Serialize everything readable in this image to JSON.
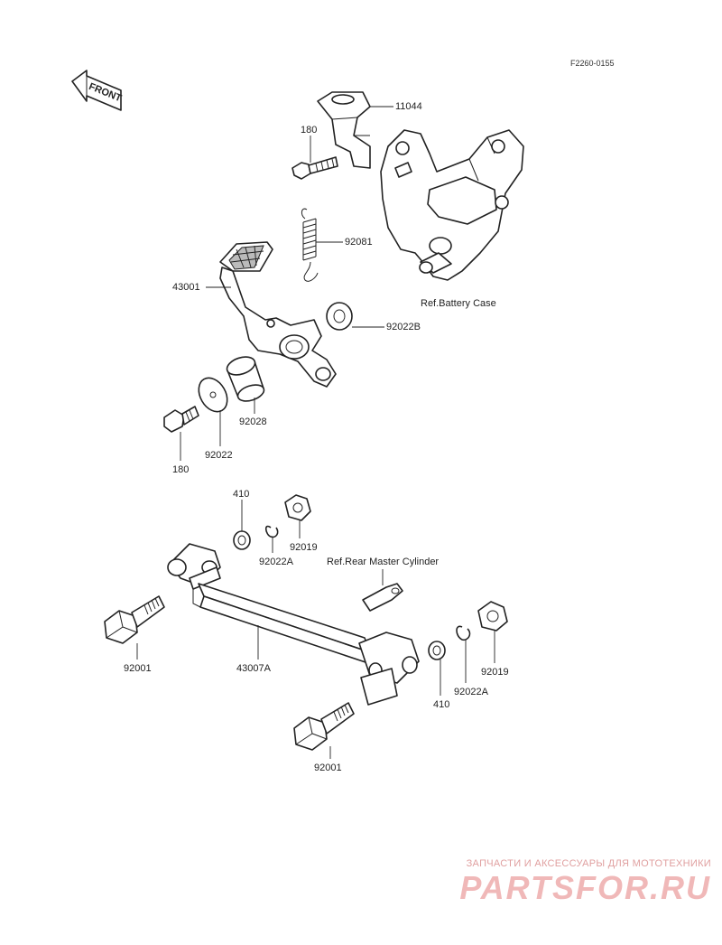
{
  "figure_code": "F2260-0155",
  "front_label": "FRONT",
  "parts": {
    "p11044": "11044",
    "p180_top": "180",
    "p92081": "92081",
    "p43001": "43001",
    "p92022B": "92022B",
    "p92028": "92028",
    "p92022": "92022",
    "p180_bottom": "180",
    "p410_top": "410",
    "p92022A_top": "92022A",
    "p92019_top": "92019",
    "p92001_left": "92001",
    "p43007A": "43007A",
    "p410_right": "410",
    "p92022A_right": "92022A",
    "p92019_right": "92019",
    "p92001_bottom": "92001"
  },
  "refs": {
    "battery_case": "Ref.Battery Case",
    "rear_master_cylinder": "Ref.Rear Master Cylinder"
  },
  "watermark": {
    "tagline": "ЗАПЧАСТИ И АКСЕССУАРЫ ДЛЯ МОТОТЕХНИКИ",
    "brand": "PARTSFOR.RU"
  }
}
